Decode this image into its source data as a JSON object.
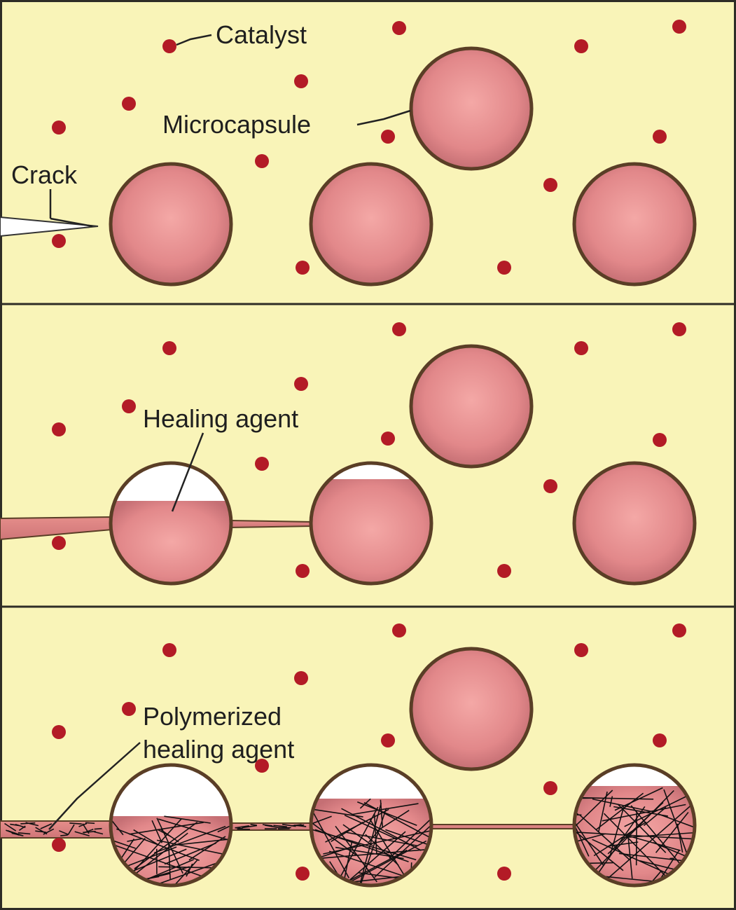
{
  "labels": {
    "catalyst": "Catalyst",
    "microcapsule": "Microcapsule",
    "crack": "Crack",
    "healing_agent": "Healing agent",
    "polymerized_line1": "Polymerized",
    "polymerized_line2": "healing agent"
  },
  "colors": {
    "matrix": "#f9f4b8",
    "capsule_fill": "#e8868a",
    "capsule_shell": "#5a3e26",
    "catalyst": "#b31b26",
    "healing_agent": "#e08c88"
  },
  "capsule_fill_levels": {
    "panel2": [
      0.7,
      0.9,
      1.0,
      1.0
    ],
    "panel3": [
      0.55,
      0.7,
      0.85,
      1.0
    ]
  }
}
